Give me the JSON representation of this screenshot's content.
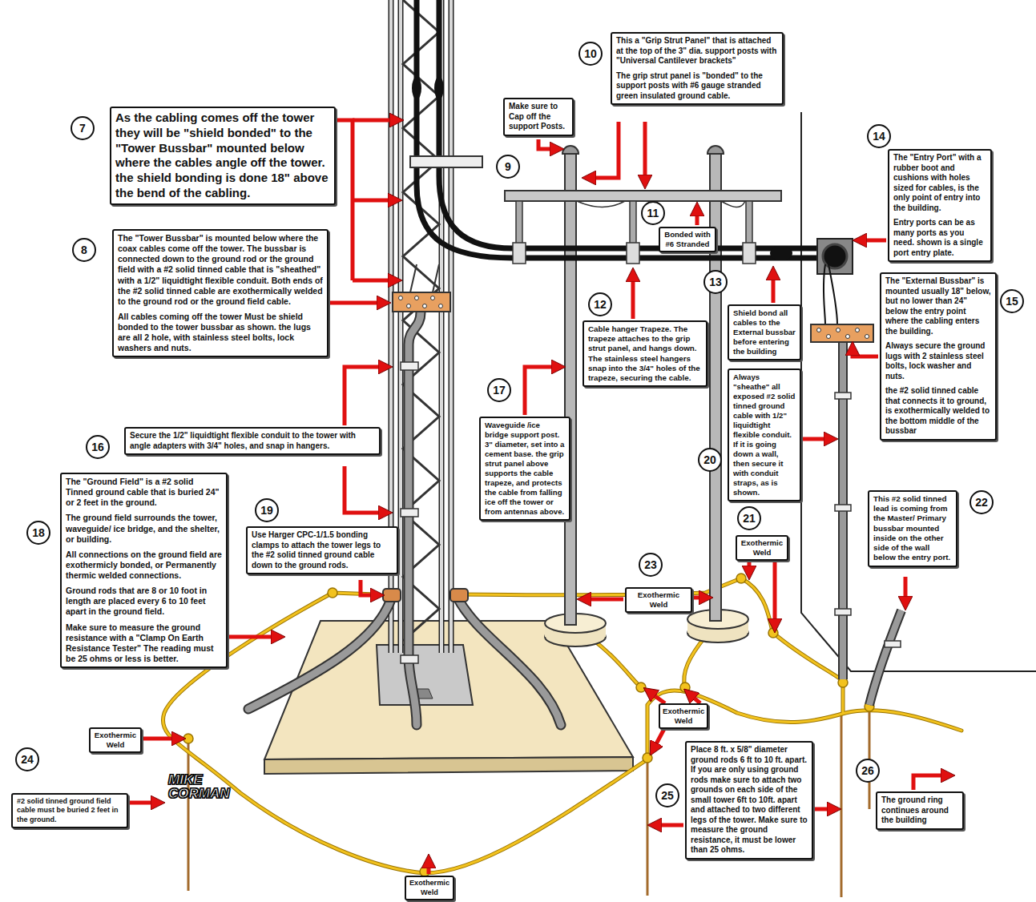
{
  "diagram": {
    "nodes": [
      {
        "text": [
          "As the cabling comes off the tower they will be \"shield bonded\" to the \"Tower Bussbar\" mounted below where the cables angle off the tower. the shield bonding is done 18\" above the bend of the cabling."
        ]
      },
      {
        "text": [
          "The \"Tower Bussbar\" is mounted below where the coax cables come off the tower. The bussbar is connected down to the ground rod or the ground field with a #2 solid tinned cable that is \"sheathed\" with a 1/2\" liquidtight flexible conduit. Both ends of the #2 solid tinned cable are exothermically welded to the ground rod or the ground field cable.",
          "All cables coming off the tower Must be shield bonded to the tower bussbar as shown. the lugs are all 2 hole, with stainless steel bolts, lock washers and nuts."
        ]
      },
      {
        "text": [
          "Make sure to Cap off the support Posts."
        ]
      },
      {
        "text": [
          "This a \"Grip Strut Panel\" that is attached at the top of the 3\" dia. support posts with \"Universal Cantilever brackets\"",
          "The grip strut panel is \"bonded\" to the support posts with #6 gauge stranded green insulated ground cable."
        ]
      },
      {
        "text": [
          "The \"Entry Port\" with a rubber boot and cushions with holes sized for cables, is the only point of entry into the building.",
          "Entry ports can be as many ports as you need. shown is a single port entry plate."
        ]
      },
      {
        "text": [
          "Bonded with #6 Stranded"
        ]
      },
      {
        "text": [
          "Cable hanger Trapeze. The trapeze attaches to the grip strut panel, and hangs down. The stainless steel hangers snap into the 3/4\" holes of the trapeze, securing the cable."
        ]
      },
      {
        "text": [
          "Shield bond all cables to the External bussbar before entering the building"
        ]
      },
      {
        "text": [
          "The \"External Bussbar\" is mounted usually 18\" below, but no lower than 24\" below the entry point where the cabling enters the building.",
          "Always secure the ground lugs with 2 stainless steel bolts, lock washer and nuts.",
          "the #2 solid tinned cable that connects it to ground, is exothermically welded to the bottom middle of the bussbar"
        ]
      },
      {
        "text": [
          "Secure the 1/2\" liquidtight flexible conduit to the tower with angle adapters with 3/4\" holes, and snap in hangers."
        ]
      },
      {
        "text": [
          "Waveguide /ice bridge support post. 3\" diameter, set into a cement base. the grip strut panel above supports the cable trapeze, and protects the cable from falling ice off the tower or from antennas above."
        ]
      },
      {
        "text": [
          "Always \"sheathe\" all exposed #2 solid tinned ground cable with 1/2\" liquidtight flexible conduit. If it is going down a wall, then secure it with conduit straps, as is shown."
        ]
      },
      {
        "text": [
          "The \"Ground Field\" is a #2 solid Tinned ground cable that is buried 24\" or 2 feet in the ground.",
          "The ground field surrounds the tower, waveguide/ ice bridge, and the shelter, or building.",
          "All connections on the ground field are exothermicly bonded, or Permanently thermic welded connections.",
          "Ground rods that are 8 or 10 foot in length are placed every 6 to 10 feet apart in the ground field.",
          "Make sure to measure the ground resistance with a \"Clamp On Earth Resistance Tester\" The reading must be 25 ohms or less is better."
        ]
      },
      {
        "text": [
          "Use Harger CPC-1/1.5 bonding clamps to attach the tower legs to the #2 solid tinned ground cable down to the ground rods."
        ]
      },
      {
        "text": [
          "This #2 solid tinned lead is coming from the Master/ Primary bussbar mounted inside on the other side of the wall below the entry port."
        ]
      },
      {
        "text": [
          "Exothermic Weld"
        ]
      },
      {
        "text": [
          "Exothermic Weld"
        ]
      },
      {
        "text": [
          "Exothermic Weld"
        ]
      },
      {
        "text": [
          "Exothermic Weld"
        ]
      },
      {
        "text": [
          "#2 solid tinned ground field cable must be buried 2 feet in the ground."
        ]
      },
      {
        "text": [
          "Place 8 ft. x 5/8\" diameter ground rods 6 ft to 10 ft. apart. If you are only using ground rods make sure to attach two grounds on each side of the small tower 6ft to 10ft. apart and attached to two different legs of the tower. Make sure to measure the ground resistance, it must be lower than 25 ohms."
        ]
      },
      {
        "text": [
          "The ground ring continues around the building"
        ]
      },
      {
        "text": [
          "Exothermic Weld"
        ]
      }
    ],
    "labels": [
      "7",
      "8",
      "9",
      "10",
      "11",
      "12",
      "13",
      "14",
      "15",
      "16",
      "17",
      "18",
      "19",
      "20",
      "21",
      "22",
      "23",
      "24",
      "25",
      "26",
      "MIKE CORMAN"
    ]
  }
}
